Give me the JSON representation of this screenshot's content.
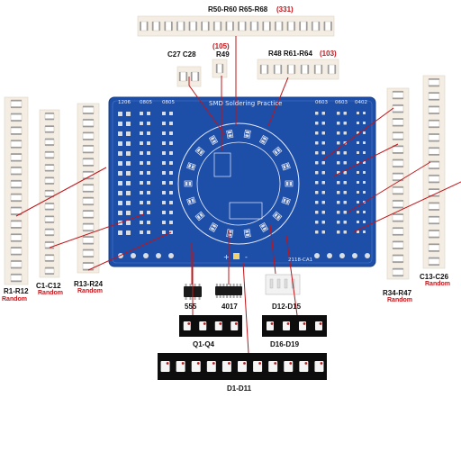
{
  "labels": {
    "top": "R50-R60  R65-R68",
    "top_val": "(331)",
    "c27_c28": "C27 C28",
    "r49_val": "(105)",
    "r49": "R49",
    "r48_r61_r64": "R48  R61-R64",
    "r48_val": "(103)",
    "r1_r12": "R1-R12",
    "c1_c12": "C1-C12",
    "r13_r24": "R13-R24",
    "random_1": "Random",
    "random_2": "Random",
    "random_3": "Random",
    "r34_r47": "R34-R47",
    "random_4": "Random",
    "c13_c26": "C13-C26",
    "random_5": "Random",
    "ic_555": "555",
    "ic_4017": "4017",
    "d12_d15": "D12-D15",
    "q1_q4": "Q1-Q4",
    "d16_d19": "D16-D19",
    "d1_d11": "D1-D11"
  },
  "pcb": {
    "title": "SMD Soldering Practice",
    "col_1206": "1206",
    "col_0805_a": "0805",
    "col_0805_b": "0805",
    "col_0603_a": "0603",
    "col_0603_b": "0603",
    "col_0402": "0402",
    "version": "2118-CA1",
    "plus": "+",
    "minus": "-"
  },
  "colors": {
    "pcb": "#1d4ea8",
    "pad": "#d9dde4",
    "tape": "#f4ede4",
    "smd_body": "#6a5a4a",
    "callout": "#c0151a",
    "label_red": "#c0151a"
  }
}
